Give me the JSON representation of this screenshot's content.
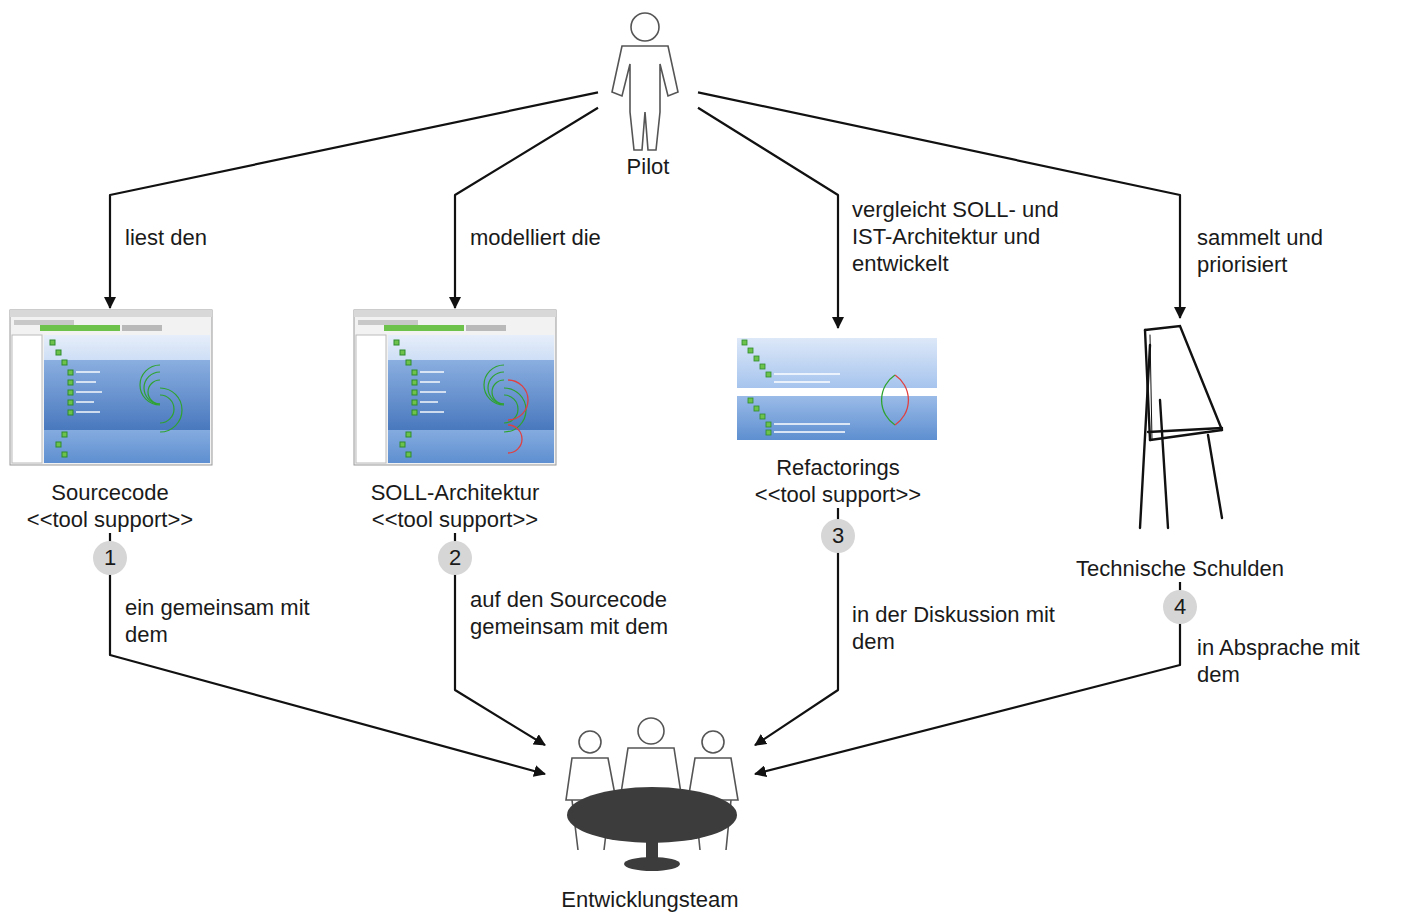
{
  "diagram": {
    "nodes": [
      {
        "text": [
          "Pilot"
        ]
      },
      {
        "text": [
          "Sourcecode",
          "<<tool support>>"
        ]
      },
      {
        "text": [
          "SOLL-Architektur",
          "<<tool support>>"
        ]
      },
      {
        "text": [
          "Refactorings",
          "<<tool support>>"
        ]
      },
      {
        "text": [
          "Technische Schulden"
        ]
      },
      {
        "text": [
          "Entwicklungsteam"
        ]
      }
    ],
    "edges": [
      {
        "from": 0,
        "to": 1,
        "label": "liest den",
        "arrow": "to"
      },
      {
        "from": 0,
        "to": 2,
        "label": "modelliert die",
        "arrow": "to"
      },
      {
        "from": 0,
        "to": 3,
        "label": "vergleicht SOLL- und IST-Architektur und entwickelt",
        "arrow": "to"
      },
      {
        "from": 0,
        "to": 4,
        "label": "sammelt und priorisiert",
        "arrow": "to"
      },
      {
        "from": 1,
        "to": 5,
        "label": "ein gemeinsam mit dem",
        "arrow": "to"
      },
      {
        "from": 2,
        "to": 5,
        "label": "auf den Sourcecode gemeinsam mit dem",
        "arrow": "to"
      },
      {
        "from": 3,
        "to": 5,
        "label": "in der Diskussion mit dem",
        "arrow": "to"
      },
      {
        "from": 4,
        "to": 5,
        "label": "in Absprache mit dem",
        "arrow": "to"
      }
    ],
    "labels": [
      "1",
      "2",
      "3",
      "4"
    ]
  }
}
